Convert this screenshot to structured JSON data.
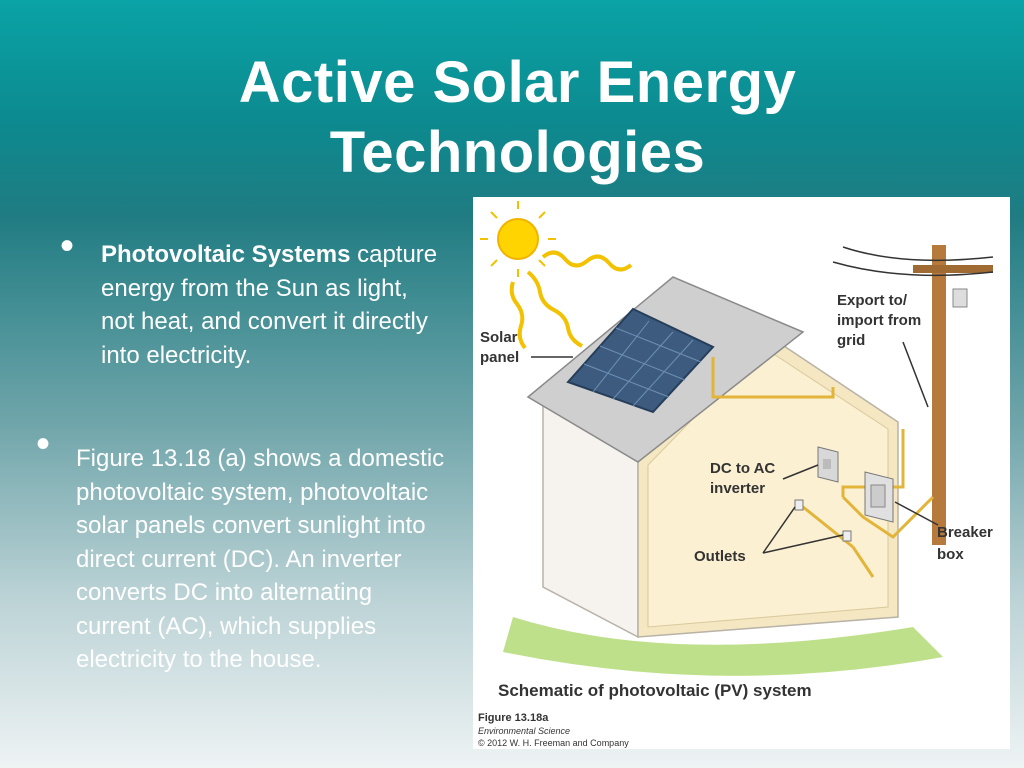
{
  "slide": {
    "title_line1": "Active Solar Energy",
    "title_line2": "Technologies",
    "bullets": [
      {
        "lead": "Photovoltaic Systems",
        "text": "capture energy from the Sun as light, not heat, and convert it directly into electricity."
      },
      {
        "text": "Figure 13.18 (a) shows a domestic photovoltaic system, photovoltaic solar panels convert sunlight into direct current (DC). An inverter converts DC into alternating current (AC), which supplies electricity to the house."
      }
    ]
  },
  "figure": {
    "labels": {
      "solar_panel_1": "Solar",
      "solar_panel_2": "panel",
      "export_1": "Export to/",
      "export_2": "import from",
      "export_3": "grid",
      "inverter_1": "DC to AC",
      "inverter_2": "inverter",
      "outlets": "Outlets",
      "breaker_1": "Breaker",
      "breaker_2": "box"
    },
    "caption": "Schematic of photovoltaic (PV) system",
    "figure_number": "Figure 13.18a",
    "book": "Environmental Science",
    "copyright": "© 2012 W. H. Freeman and Company"
  },
  "colors": {
    "background_top": "#0aa3a6",
    "background_bottom": "#eef3f4",
    "text": "#ffffff"
  }
}
